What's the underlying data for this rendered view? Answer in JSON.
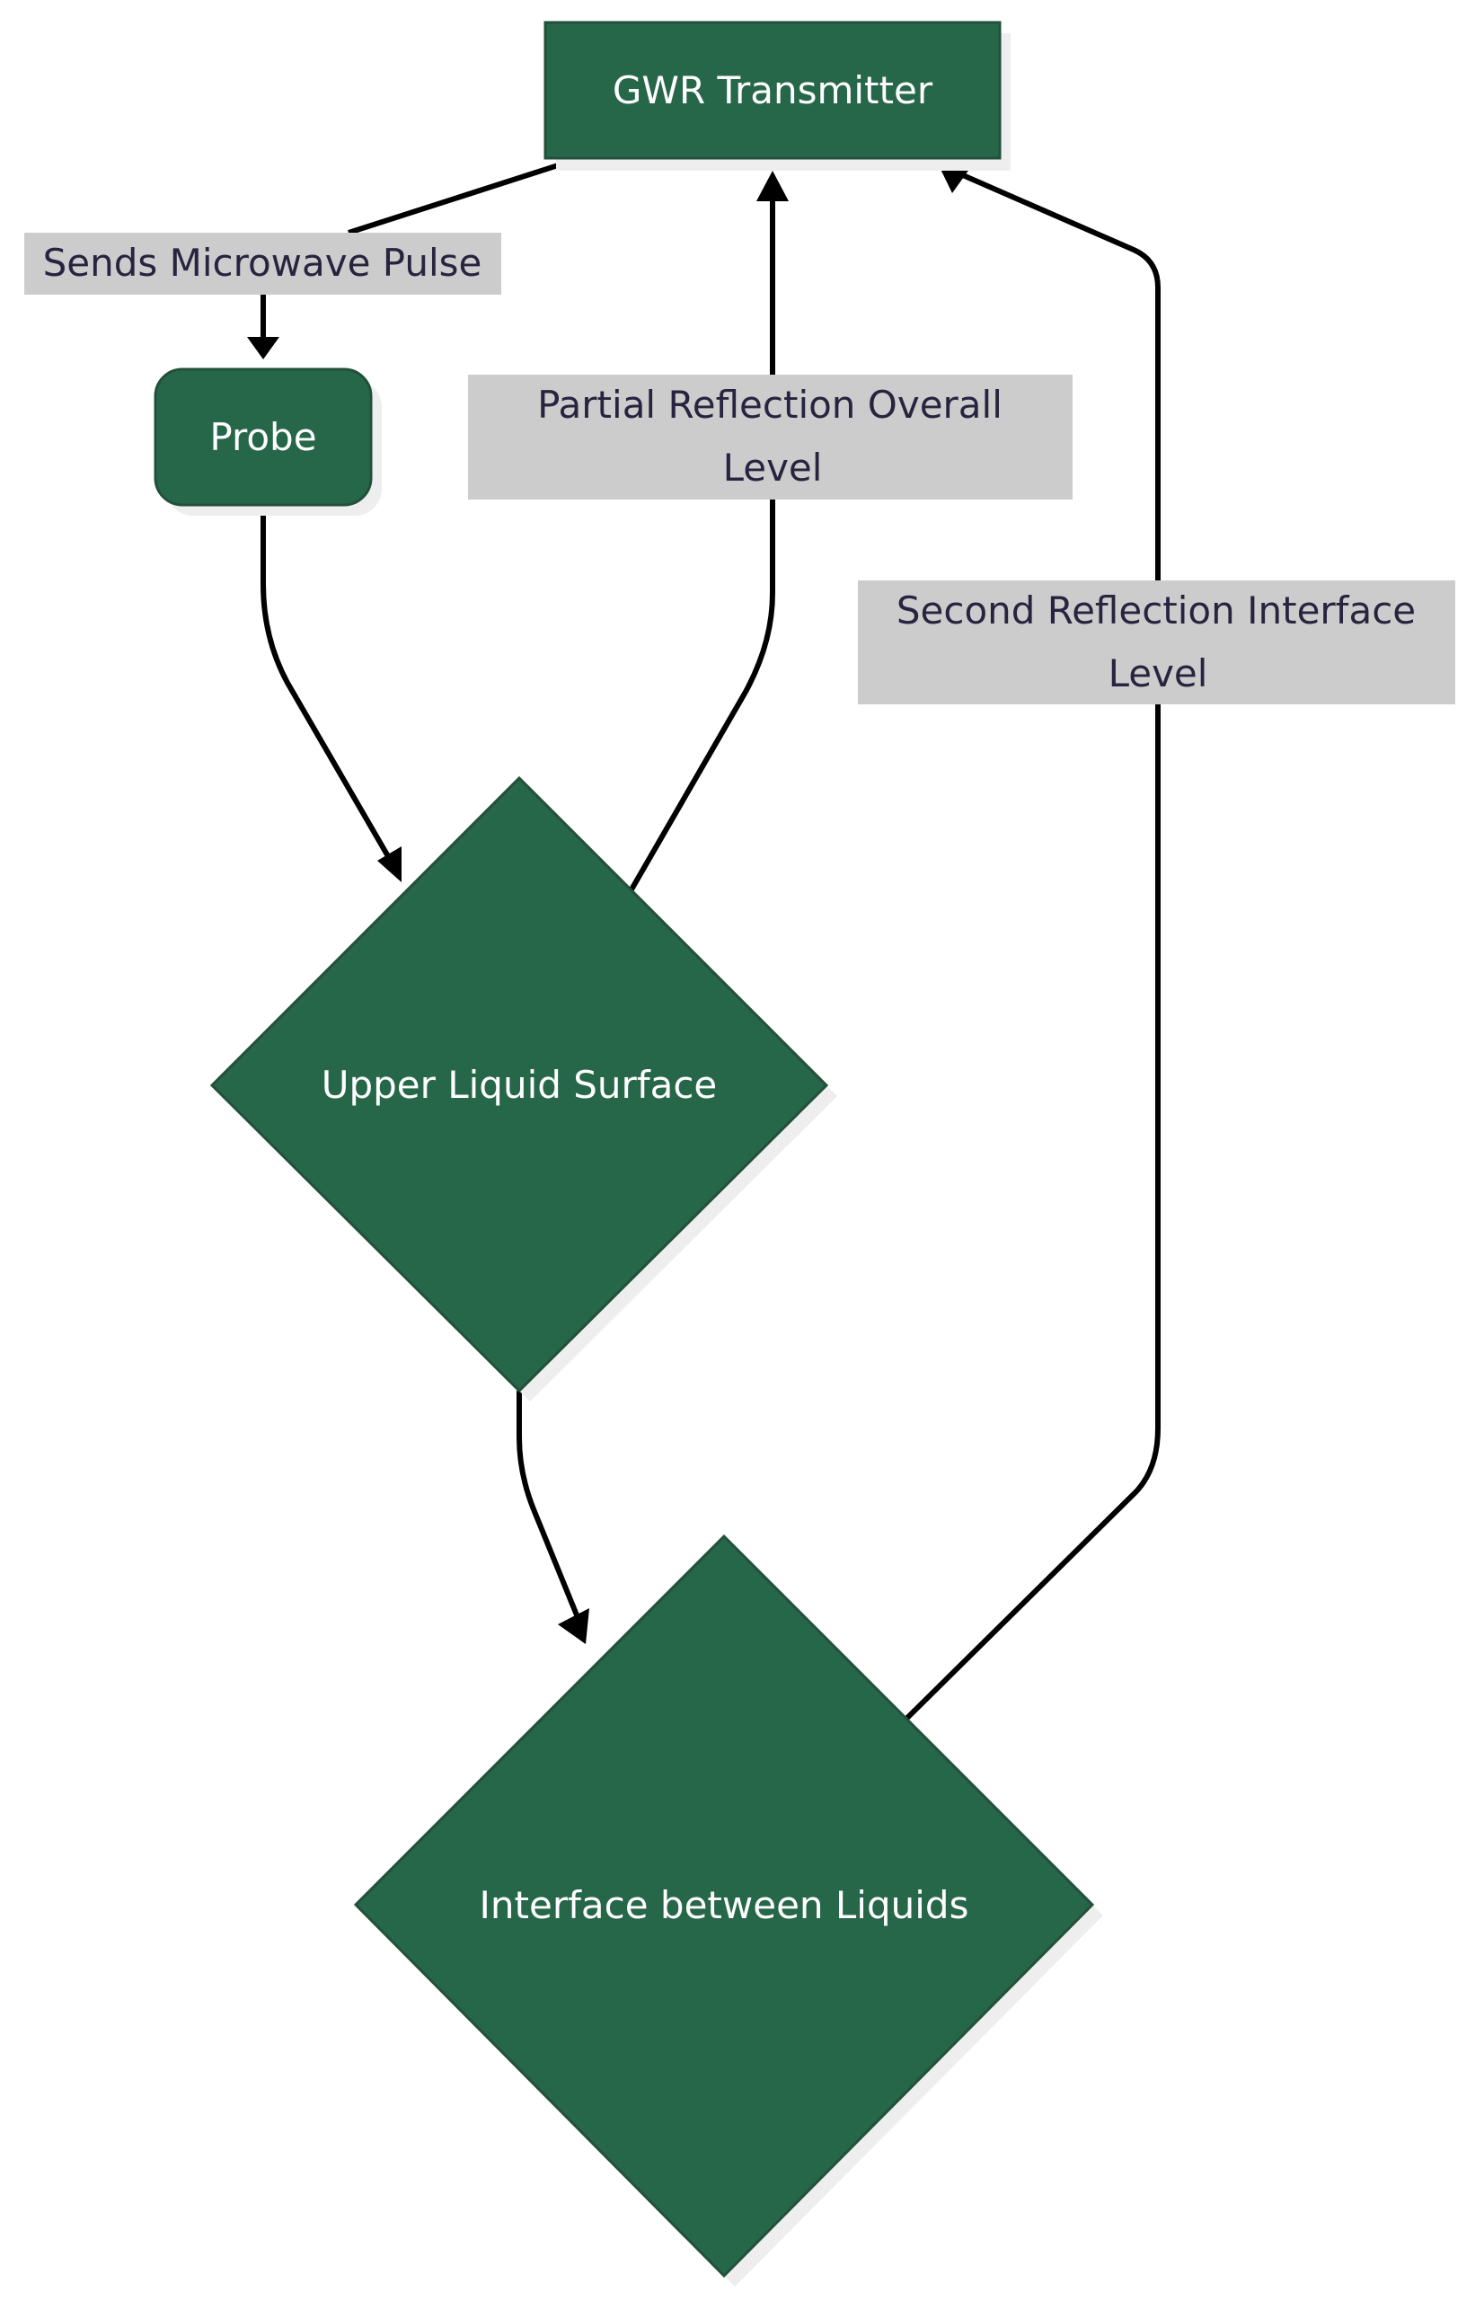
{
  "diagram": {
    "type": "flowchart",
    "colors": {
      "node_fill": "#276749",
      "node_text": "#ffffff",
      "label_bg": "#cccccc",
      "label_text": "#28243f",
      "edge": "#000000"
    },
    "nodes": {
      "transmitter": {
        "label": "GWR Transmitter",
        "shape": "rectangle"
      },
      "probe": {
        "label": "Probe",
        "shape": "rounded-rectangle"
      },
      "upper_surface": {
        "label": "Upper Liquid Surface",
        "shape": "diamond"
      },
      "interface": {
        "label": "Interface between Liquids",
        "shape": "diamond"
      }
    },
    "edges": [
      {
        "from": "transmitter",
        "to": "probe",
        "label_lines": [
          "Sends Microwave Pulse"
        ]
      },
      {
        "from": "probe",
        "to": "upper_surface",
        "label_lines": []
      },
      {
        "from": "upper_surface",
        "to": "transmitter",
        "label_lines": [
          "Partial Reflection Overall",
          "Level"
        ]
      },
      {
        "from": "upper_surface",
        "to": "interface",
        "label_lines": []
      },
      {
        "from": "interface",
        "to": "transmitter",
        "label_lines": [
          "Second Reflection Interface",
          "Level"
        ]
      }
    ]
  }
}
